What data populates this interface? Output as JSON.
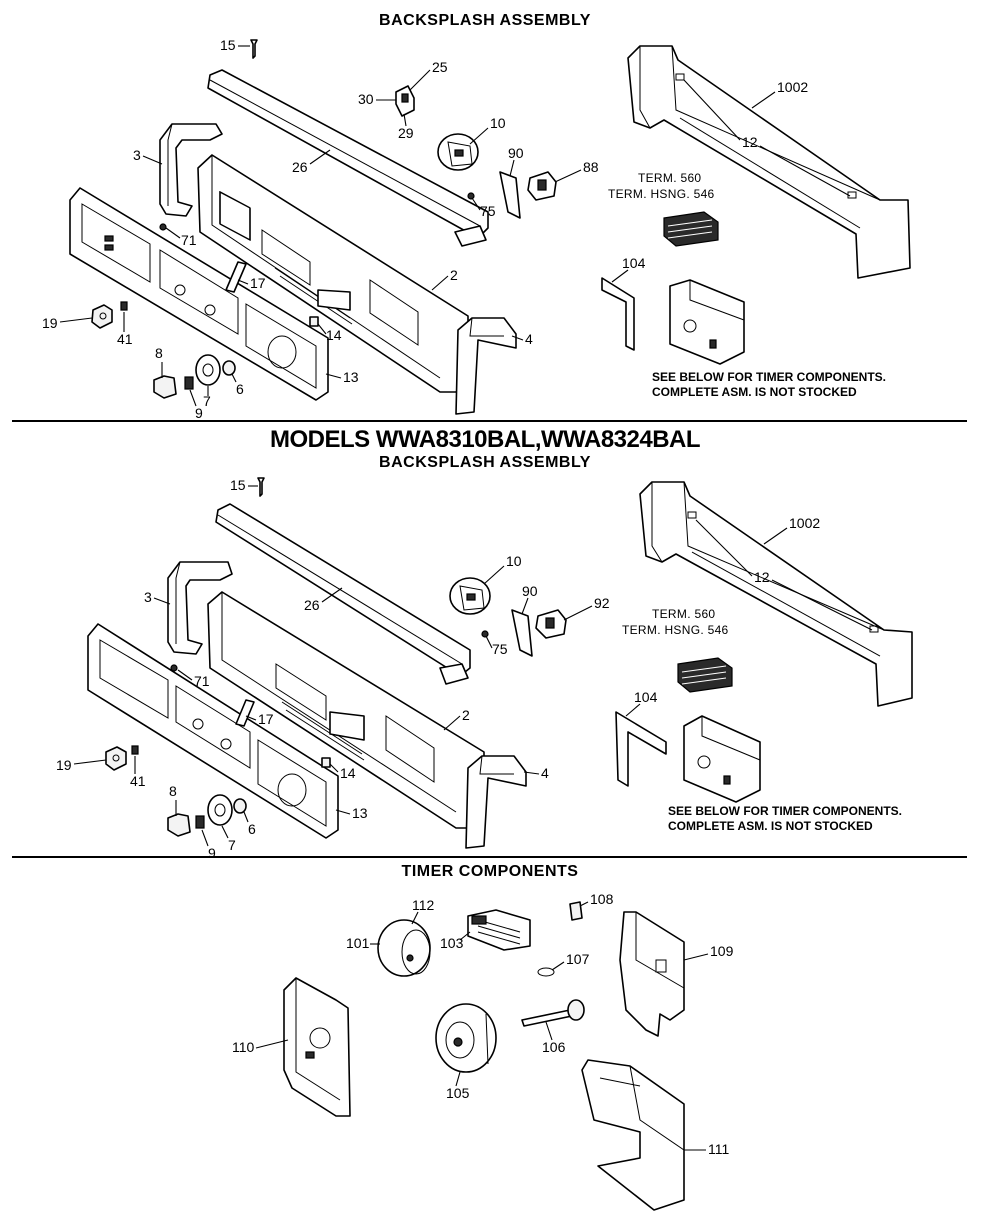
{
  "headings": {
    "top_section": "BACKSPLASH ASSEMBLY",
    "models": "MODELS WWA8310BAL,WWA8324BAL",
    "mid_section": "BACKSPLASH ASSEMBLY",
    "timer_section": "TIMER COMPONENTS"
  },
  "notes": {
    "top_line1": "SEE BELOW FOR TIMER COMPONENTS.",
    "top_line2": "COMPLETE ASM. IS NOT STOCKED",
    "mid_line1": "SEE BELOW FOR TIMER COMPONENTS.",
    "mid_line2": "COMPLETE ASM. IS NOT STOCKED"
  },
  "terminals": {
    "top_term": "TERM. 560",
    "top_housing": "TERM. HSNG. 546",
    "mid_term": "TERM. 560",
    "mid_housing": "TERM. HSNG. 546"
  },
  "top_labels": [
    "15",
    "25",
    "30",
    "29",
    "10",
    "90",
    "88",
    "75",
    "26",
    "3",
    "71",
    "2",
    "17",
    "19",
    "41",
    "14",
    "4",
    "13",
    "8",
    "6",
    "7",
    "9",
    "1002",
    "12",
    "104"
  ],
  "mid_labels": [
    "15",
    "10",
    "90",
    "92",
    "75",
    "26",
    "3",
    "71",
    "2",
    "17",
    "19",
    "41",
    "14",
    "4",
    "13",
    "8",
    "6",
    "7",
    "9",
    "1002",
    "12",
    "104"
  ],
  "timer_labels": [
    "112",
    "101",
    "103",
    "108",
    "107",
    "109",
    "110",
    "106",
    "105",
    "111"
  ]
}
